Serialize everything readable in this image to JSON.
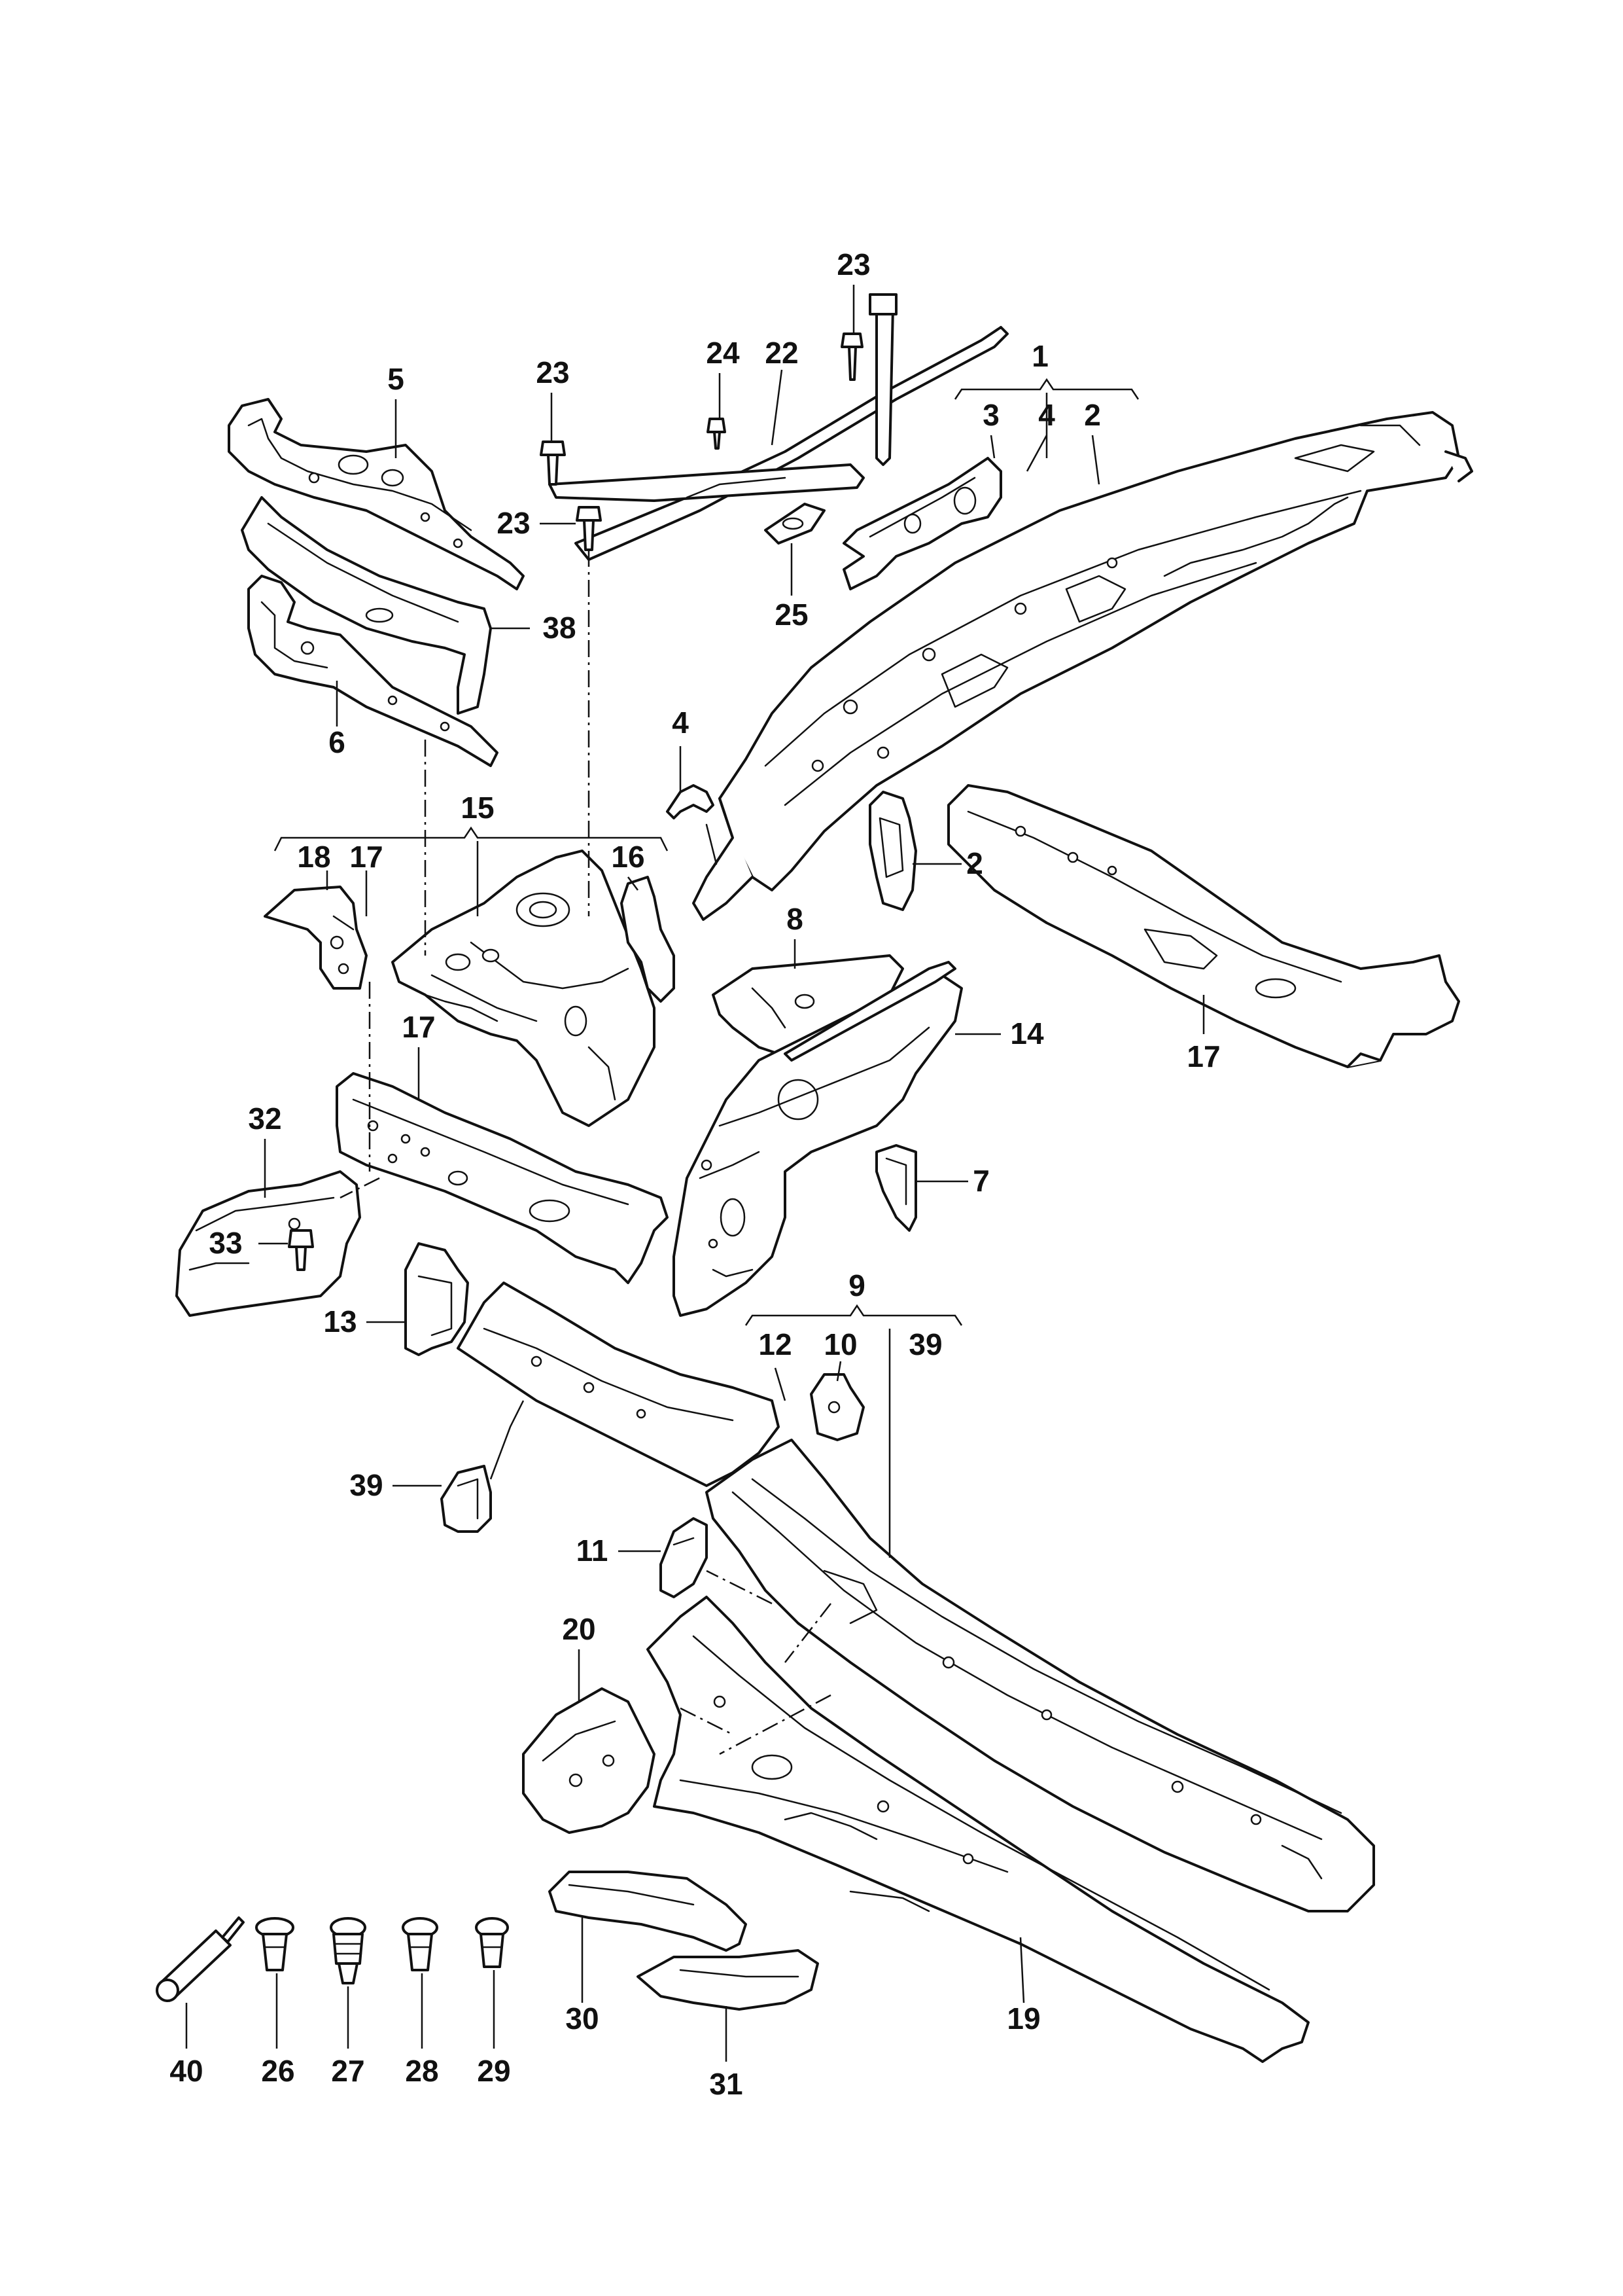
{
  "callouts": [
    {
      "id": "c1",
      "text": "1"
    },
    {
      "id": "c2a",
      "text": "2"
    },
    {
      "id": "c2b",
      "text": "2"
    },
    {
      "id": "c3",
      "text": "3"
    },
    {
      "id": "c4a",
      "text": "4"
    },
    {
      "id": "c4b",
      "text": "4"
    },
    {
      "id": "c5",
      "text": "5"
    },
    {
      "id": "c6",
      "text": "6"
    },
    {
      "id": "c7",
      "text": "7"
    },
    {
      "id": "c8",
      "text": "8"
    },
    {
      "id": "c9",
      "text": "9"
    },
    {
      "id": "c10",
      "text": "10"
    },
    {
      "id": "c11",
      "text": "11"
    },
    {
      "id": "c12",
      "text": "12"
    },
    {
      "id": "c13",
      "text": "13"
    },
    {
      "id": "c14",
      "text": "14"
    },
    {
      "id": "c15",
      "text": "15"
    },
    {
      "id": "c16",
      "text": "16"
    },
    {
      "id": "c17a",
      "text": "17"
    },
    {
      "id": "c17b",
      "text": "17"
    },
    {
      "id": "c17c",
      "text": "17"
    },
    {
      "id": "c18",
      "text": "18"
    },
    {
      "id": "c19",
      "text": "19"
    },
    {
      "id": "c20",
      "text": "20"
    },
    {
      "id": "c22",
      "text": "22"
    },
    {
      "id": "c23a",
      "text": "23"
    },
    {
      "id": "c23b",
      "text": "23"
    },
    {
      "id": "c23c",
      "text": "23"
    },
    {
      "id": "c24",
      "text": "24"
    },
    {
      "id": "c25",
      "text": "25"
    },
    {
      "id": "c26",
      "text": "26"
    },
    {
      "id": "c27",
      "text": "27"
    },
    {
      "id": "c28",
      "text": "28"
    },
    {
      "id": "c29",
      "text": "29"
    },
    {
      "id": "c30",
      "text": "30"
    },
    {
      "id": "c31",
      "text": "31"
    },
    {
      "id": "c32",
      "text": "32"
    },
    {
      "id": "c33",
      "text": "33"
    },
    {
      "id": "c38",
      "text": "38"
    },
    {
      "id": "c39a",
      "text": "39"
    },
    {
      "id": "c39b",
      "text": "39"
    },
    {
      "id": "c40",
      "text": "40"
    }
  ]
}
